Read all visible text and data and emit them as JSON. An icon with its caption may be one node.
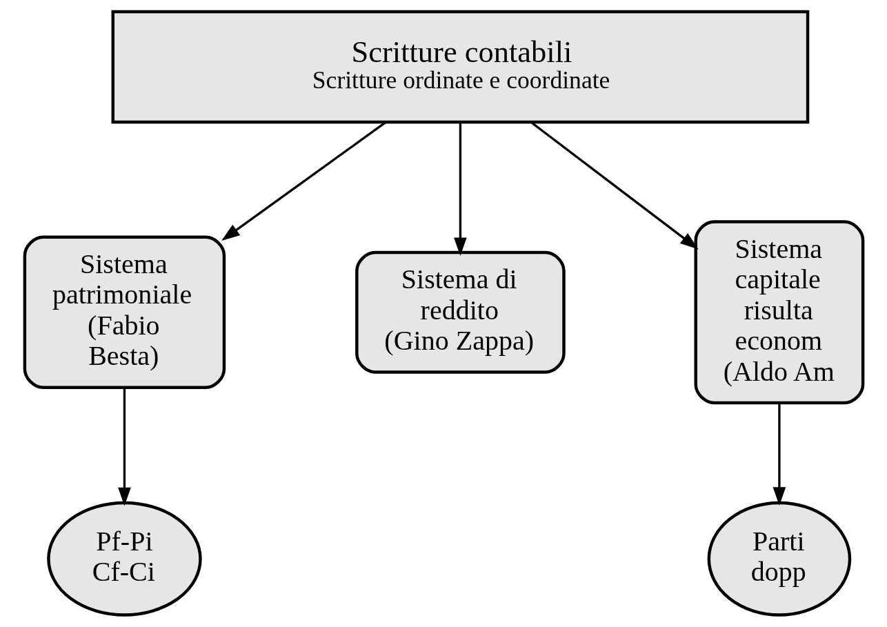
{
  "diagram": {
    "nodes": [
      {
        "text": [
          "Scritture contabili",
          "Scritture ordinate e coordinate"
        ]
      },
      {
        "text": [
          "Sistema patrimoniale (Fabio Besta)"
        ]
      },
      {
        "text": [
          "Sistema di reddito (Gino Zappa)"
        ]
      },
      {
        "text": [
          "Sistema capitale risulta econom (Aldo Am"
        ]
      },
      {
        "text": [
          "Pf-Pi Cf-Ci"
        ]
      },
      {
        "text": [
          "Parti dopp"
        ]
      }
    ],
    "edges": [
      {
        "from": 0,
        "to": 1,
        "arrow": "to"
      },
      {
        "from": 0,
        "to": 2,
        "arrow": "to"
      },
      {
        "from": 0,
        "to": 3,
        "arrow": "to"
      },
      {
        "from": 1,
        "to": 4,
        "arrow": "to"
      },
      {
        "from": 3,
        "to": 5,
        "arrow": "to"
      }
    ]
  }
}
